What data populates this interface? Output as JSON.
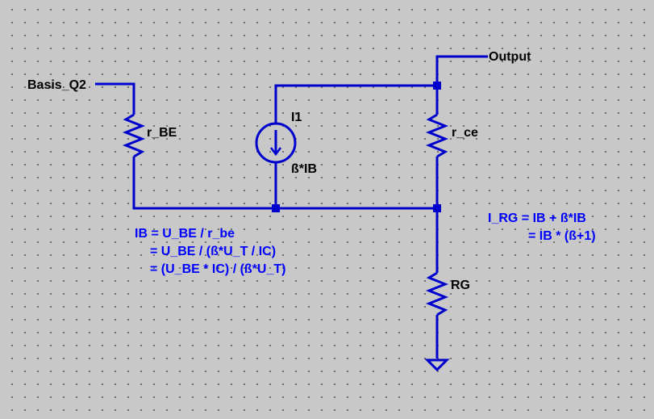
{
  "colors": {
    "background": "#c8c8c8",
    "grid_dot": "#5a5a5a",
    "wire": "#0000cc",
    "note": "#0000ff",
    "label": "#000000"
  },
  "nets": {
    "input": "Basis_Q2",
    "output": "Output"
  },
  "components": {
    "r_be": "r_BE",
    "r_ce": "r_ce",
    "rg": "RG",
    "current_source_name": "I1",
    "current_source_value": "ß*IB"
  },
  "annotations": {
    "ib_lines": [
      "IB = U_BE / r_be",
      "= U_BE / (ß*U_T / IC)",
      "= (U_BE * IC) / (ß*U_T)"
    ],
    "irg_lines": [
      "I_RG = IB + ß*IB",
      "= IB * (ß+1)"
    ]
  },
  "icons": {
    "ground": "ground-symbol-icon",
    "current_source": "current-source-icon"
  }
}
